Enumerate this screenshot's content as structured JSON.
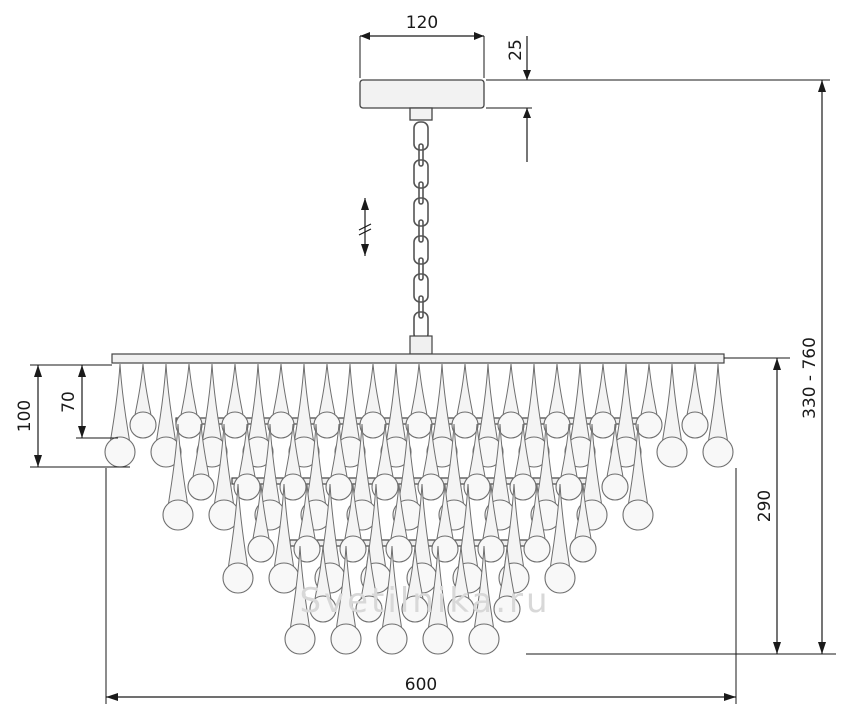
{
  "dimensions": {
    "canopy_width": "120",
    "canopy_height": "25",
    "overall_height": "330 - 760",
    "body_height": "290",
    "outer_drop": "100",
    "inner_drop": "70",
    "total_width": "600",
    "adjustable_symbol": "⇕"
  },
  "watermark": "Svetilnika.ru"
}
